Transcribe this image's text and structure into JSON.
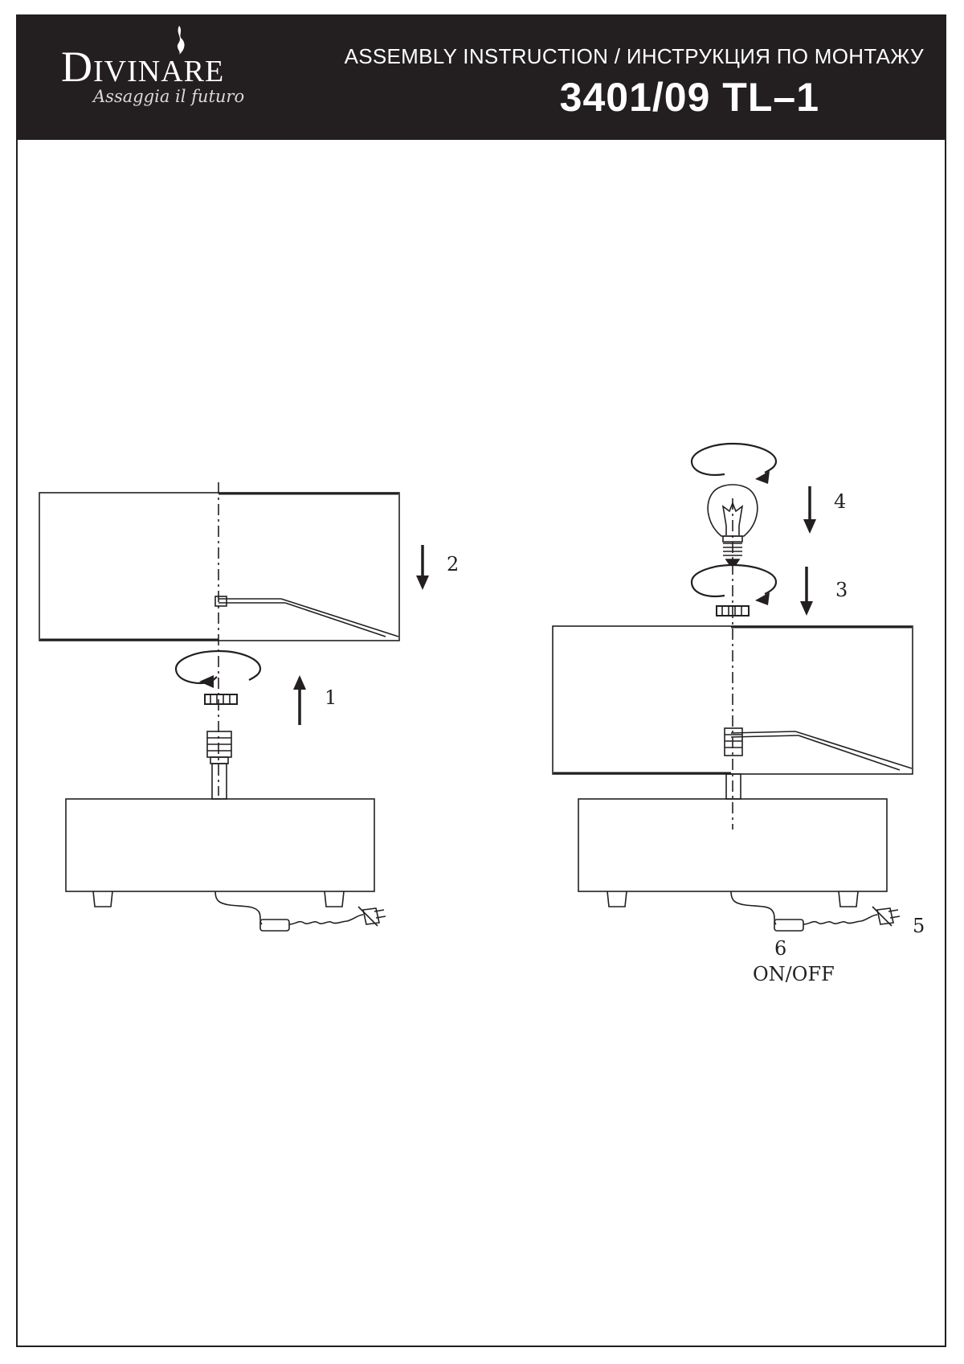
{
  "header": {
    "brand": "Divinare",
    "tagline": "Assaggia il futuro",
    "subtitle": "ASSEMBLY INSTRUCTION / ИНСТРУКЦИЯ ПО МОНТАЖУ",
    "model": "3401/09 TL–1"
  },
  "steps": {
    "step1": "1",
    "step2": "2",
    "step3": "3",
    "step4": "4",
    "step5": "5",
    "step6": "6",
    "switch_label": "ON/OFF"
  },
  "colors": {
    "header_bg": "#231f20",
    "line": "#231f20"
  },
  "icons": {
    "flame": "flame-icon",
    "rotate": "rotate-arrow-icon",
    "arrow_up": "arrow-up-icon",
    "arrow_down": "arrow-down-icon",
    "bulb": "light-bulb-icon",
    "plug": "plug-icon"
  }
}
